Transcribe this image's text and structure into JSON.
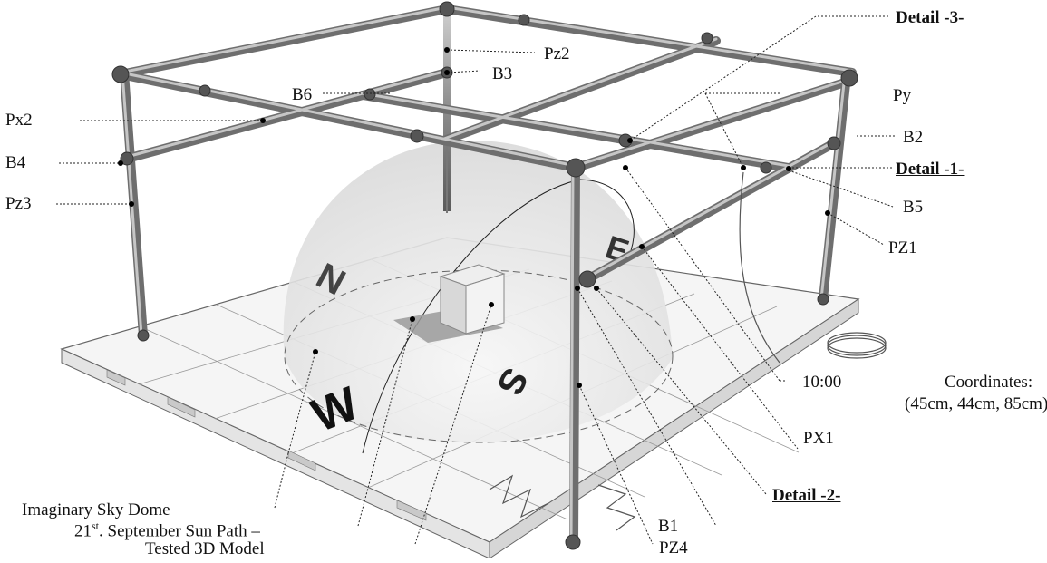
{
  "labels": {
    "detail3": "Detail -3-",
    "pz2": "Pz2",
    "b3": "B3",
    "b6": "B6",
    "py": "Py",
    "px2": "Px2",
    "b2": "B2",
    "b4": "B4",
    "detail1": "Detail -1-",
    "pz3": "Pz3",
    "b5": "B5",
    "pz1": "PZ1",
    "time": "10:00",
    "coordinates_word": "Coordinates:",
    "coordinates_value": "(45cm, 44cm, 85cm)",
    "px1": "PX1",
    "detail2": "Detail -2-",
    "b1": "B1",
    "pz4": "PZ4",
    "sky_dome": "Imaginary Sky Dome",
    "sun_path_pre": "21",
    "sun_path_sup": "st",
    "sun_path_post": ". September Sun Path –",
    "tested_model": "Tested 3D Model"
  },
  "compass": {
    "north": "N",
    "east": "E",
    "south": "S",
    "west": "W"
  },
  "colors": {
    "pipe": "#8a8a8a",
    "pipe_highlight": "#c8c8c8",
    "dome": "#e6e6e6",
    "platform": "#f4f4f4",
    "leader": "#222222"
  }
}
